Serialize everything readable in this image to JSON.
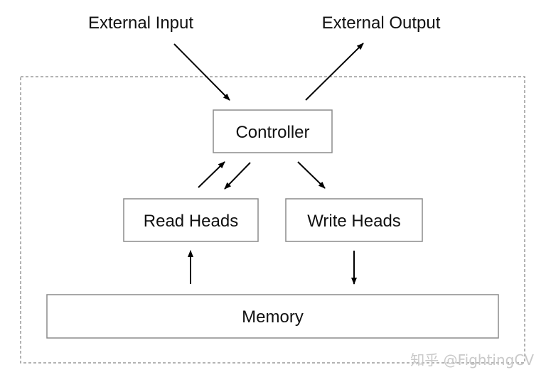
{
  "labels": {
    "external_input": "External Input",
    "external_output": "External Output"
  },
  "nodes": {
    "controller": "Controller",
    "read_heads": "Read Heads",
    "write_heads": "Write Heads",
    "memory": "Memory"
  },
  "watermark": "知乎 @FightingCV",
  "colors": {
    "stroke": "#000000",
    "box_border": "#8c8c8c",
    "dashed_border": "#9a9a9a",
    "text": "#111111",
    "watermark": "#c9c9c9"
  }
}
